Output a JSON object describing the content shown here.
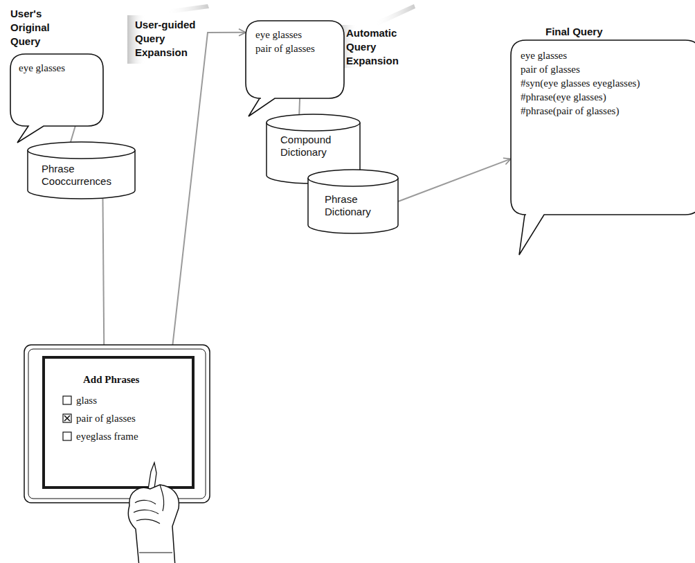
{
  "diagram": {
    "nodes": [
      {
        "text": [
          "eye glasses"
        ]
      },
      {
        "text": [
          "Phrase Cooccurrences"
        ]
      },
      {
        "text": [
          "Add Phrases",
          "glass",
          "pair of glasses",
          "eyeglass frame"
        ]
      },
      {
        "text": [
          "eye glasses",
          "pair of glasses"
        ]
      },
      {
        "text": [
          "Compound Dictionary"
        ]
      },
      {
        "text": [
          "Phrase Dictionary"
        ]
      },
      {
        "text": [
          "eye glasses",
          "pair of glasses",
          "#syn(eye glasses eyeglasses)",
          "#phrase(eye glasses)",
          "#phrase(pair of glasses)"
        ]
      }
    ],
    "edges": [
      {
        "from": 0,
        "to": 1,
        "arrow": "none"
      },
      {
        "from": 1,
        "to": 2,
        "arrow": "none"
      },
      {
        "from": 2,
        "to": 3,
        "arrow": "to",
        "label": "User-guided Query Expansion"
      },
      {
        "from": 3,
        "to": 4,
        "arrow": "none"
      },
      {
        "from": 5,
        "to": 6,
        "arrow": "to",
        "label": "Automatic Query Expansion"
      }
    ],
    "labels": [
      "User's Original Query",
      "Final Query"
    ]
  }
}
